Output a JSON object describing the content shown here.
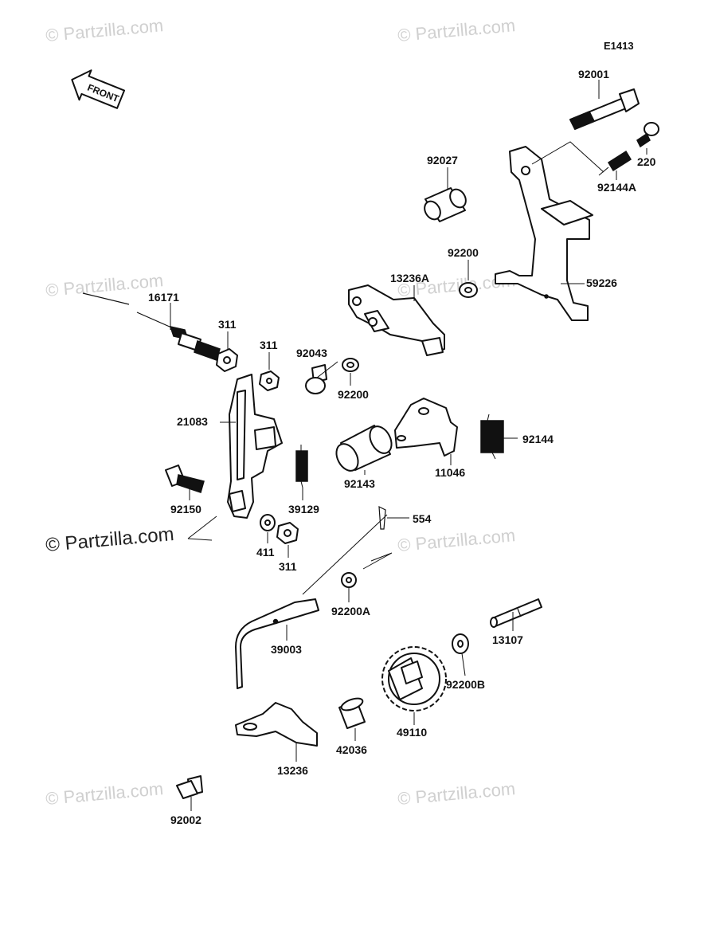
{
  "diagram": {
    "code": "E1413",
    "front_label": "FRONT"
  },
  "watermarks": {
    "faint": "© Partzilla.com",
    "dark": "© Partzilla.com"
  },
  "parts": {
    "p92001": "92001",
    "p220": "220",
    "p92144A": "92144A",
    "p92027": "92027",
    "p92200_top": "92200",
    "p13236A": "13236A",
    "p59226": "59226",
    "p16171": "16171",
    "p311_a": "311",
    "p311_b": "311",
    "p92043": "92043",
    "p92200_mid": "92200",
    "p21083": "21083",
    "p39129": "39129",
    "p92143": "92143",
    "p11046": "11046",
    "p92144": "92144",
    "p92150": "92150",
    "p411": "411",
    "p311_c": "311",
    "p554": "554",
    "p92200A": "92200A",
    "p39003": "39003",
    "p13107": "13107",
    "p92200B": "92200B",
    "p49110": "49110",
    "p42036": "42036",
    "p13236": "13236",
    "p92002": "92002"
  }
}
